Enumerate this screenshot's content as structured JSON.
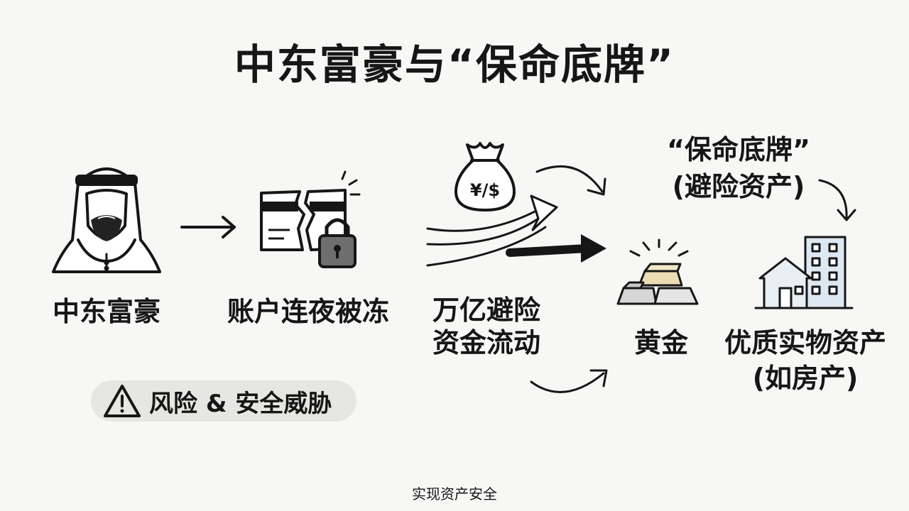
{
  "title": "中东富豪与“保命底牌”",
  "nodes": {
    "rich": {
      "label": "中东富豪",
      "icon": "arab-man-icon"
    },
    "frozen": {
      "label": "账户连夜被冻",
      "icon": "broken-card-lock-icon"
    },
    "flow": {
      "line1": "万亿避险",
      "line2": "资金流动",
      "bag_text": "¥/$",
      "icon": "money-bag-icon"
    },
    "gold": {
      "label": "黄金",
      "icon": "gold-bars-icon"
    },
    "property": {
      "line1": "优质实物资产",
      "line2": "(如房产)",
      "icon": "house-building-icon"
    }
  },
  "safe_haven": {
    "line1": "“保命底牌”",
    "line2": "(避险资产)"
  },
  "risk": {
    "label": "风险 & 安全威胁",
    "icon": "warning-icon"
  },
  "footer": "实现资产安全",
  "colors": {
    "ink": "#161616",
    "gold": "#e9d9b0",
    "building": "#dde8f1",
    "pill": "#e6e6e3",
    "background": "#f7f7f6"
  }
}
